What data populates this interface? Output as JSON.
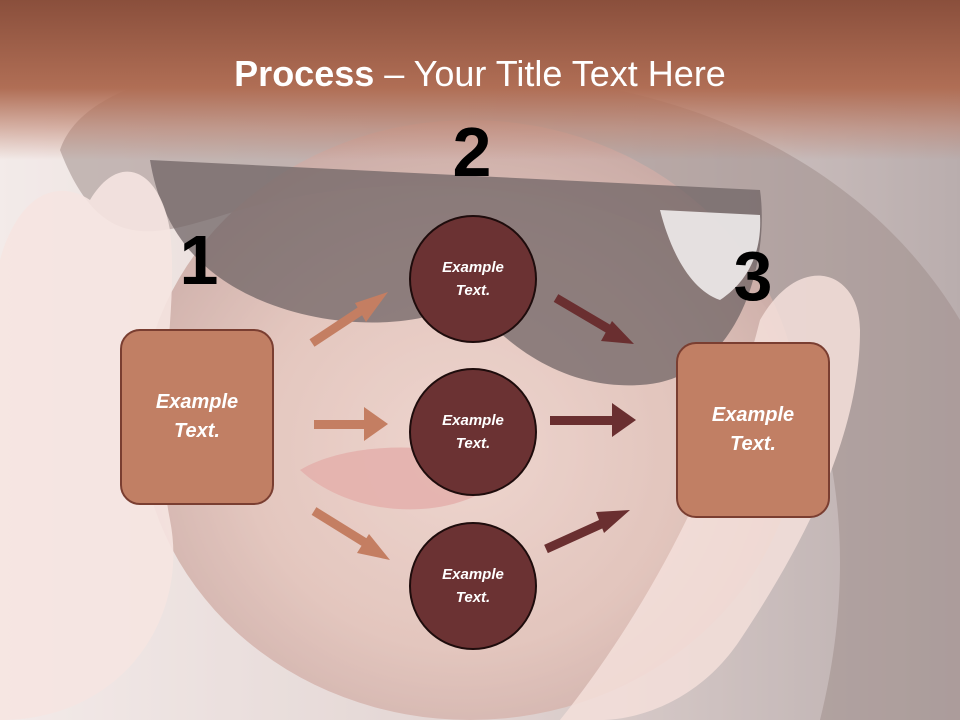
{
  "slide": {
    "title_bold": "Process",
    "title_rest": " – Your Title Text Here"
  },
  "steps": [
    {
      "number": "1",
      "label": [
        "Example",
        "Text."
      ]
    },
    {
      "number": "2",
      "label": [
        "Example",
        "Text."
      ]
    },
    {
      "number": "3",
      "label": [
        "Example",
        "Text."
      ]
    }
  ],
  "circles": [
    {
      "label": [
        "Example",
        "Text."
      ]
    },
    {
      "label": [
        "Example",
        "Text."
      ]
    },
    {
      "label": [
        "Example",
        "Text."
      ]
    }
  ],
  "colors": {
    "title_band": "#a8644c",
    "box_fill": "#c17f64",
    "box_border": "#7a3e31",
    "circle_fill": "#6b3233",
    "circle_border": "#1e0c0c",
    "arrow_light": "#c47e62",
    "arrow_dark": "#6a2f30",
    "number_text": "#000000"
  }
}
